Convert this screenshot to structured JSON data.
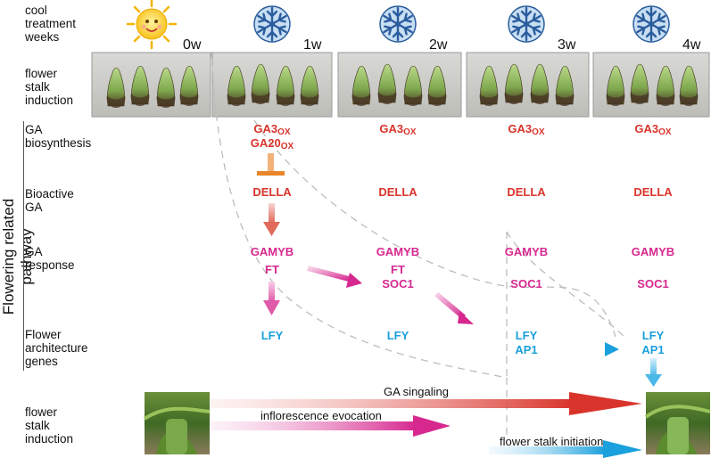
{
  "rows": {
    "cool_treatment": "cool\ntreatment\nweeks",
    "flower_stalk_induction_top": "flower\nstalk\ninduction",
    "ga_biosynthesis": "GA\nbiosynthesis",
    "bioactive_ga": "Bioactive\nGA",
    "ga_response": "GA\nresponse",
    "flower_architecture": "Flower\narchitecture\ngenes",
    "flower_stalk_induction_bottom": "flower\nstalk\ninduction"
  },
  "side_label": "Flowering related pathway",
  "weeks": [
    "0w",
    "1w",
    "2w",
    "3w",
    "4w"
  ],
  "genes": {
    "w1": {
      "ga3": "GA3",
      "ga3_sub": "OX",
      "ga20": "GA20",
      "ga20_sub": "OX",
      "della": "DELLA",
      "gamyb": "GAMYB",
      "ft": "FT",
      "lfy": "LFY"
    },
    "w2": {
      "ga3": "GA3",
      "ga3_sub": "OX",
      "della": "DELLA",
      "gamyb": "GAMYB",
      "ft": "FT",
      "soc1": "SOC1",
      "lfy": "LFY"
    },
    "w3": {
      "ga3": "GA3",
      "ga3_sub": "OX",
      "della": "DELLA",
      "gamyb": "GAMYB",
      "soc1": "SOC1",
      "lfy": "LFY",
      "ap1": "AP1"
    },
    "w4": {
      "ga3": "GA3",
      "ga3_sub": "OX",
      "della": "DELLA",
      "gamyb": "GAMYB",
      "soc1": "SOC1",
      "lfy": "LFY",
      "ap1": "AP1"
    }
  },
  "banners": {
    "ga_signaling": "GA singaling",
    "inflorescence": "inflorescence evocation",
    "stalk_initiation": "flower stalk initiation"
  },
  "colors": {
    "red": "#d9342b",
    "magenta": "#d6288f",
    "blue": "#1aa0dc",
    "inhibit": "#e8862c"
  },
  "icons": [
    "sun-icon",
    "snowflake-icon"
  ]
}
